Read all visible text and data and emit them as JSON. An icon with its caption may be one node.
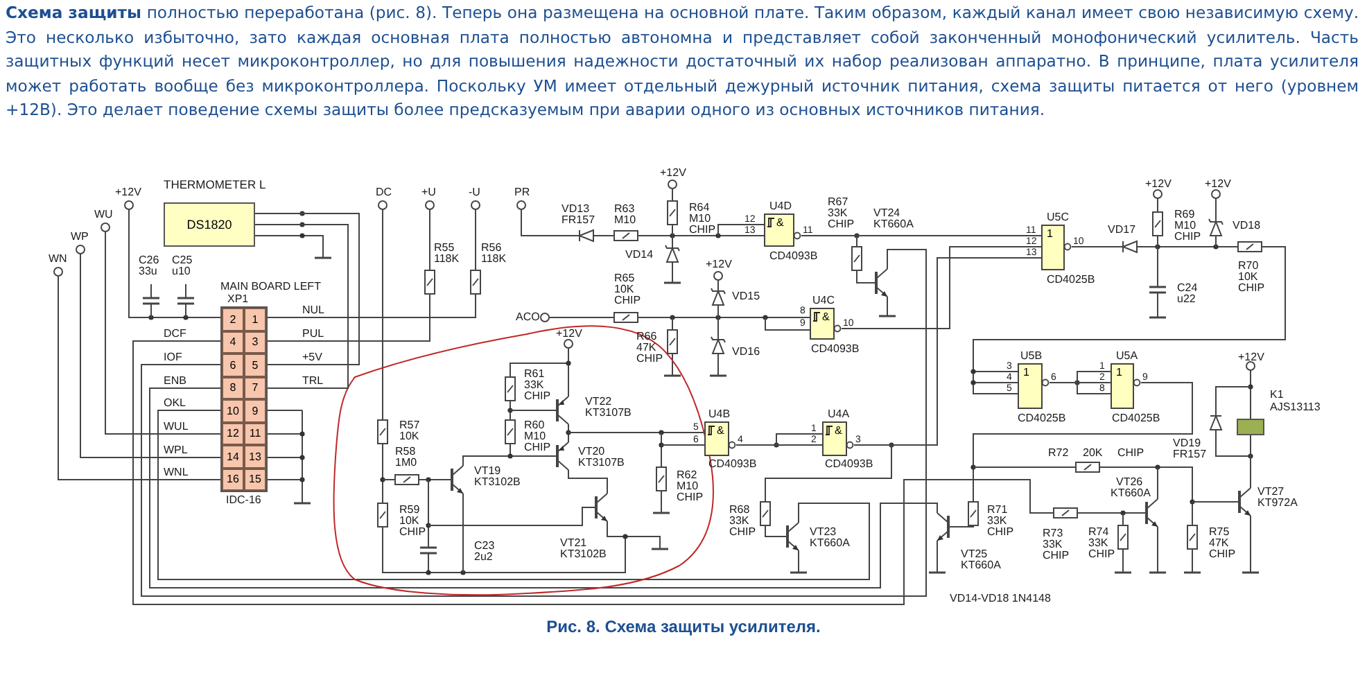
{
  "diagram": {
    "caption": "Рис. 8. Схема защиты усилителя.",
    "nodes": [
      {
        "text": [
          "DS1820"
        ],
        "beside": [
          "THERMOMETER L"
        ]
      },
      {
        "text": [
          "2",
          "1",
          "4",
          "3",
          "6",
          "5",
          "8",
          "7",
          "10",
          "9",
          "12",
          "11",
          "14",
          "13",
          "16",
          "15"
        ],
        "beside": [
          "MAIN BOARD LEFT",
          "XP1",
          "IDC-16"
        ]
      },
      {
        "text": [
          "&"
        ],
        "beside": [
          "U4D",
          "CD4093B"
        ]
      },
      {
        "text": [
          "&"
        ],
        "beside": [
          "U4C",
          "CD4093B"
        ]
      },
      {
        "text": [
          "&"
        ],
        "beside": [
          "U4B",
          "CD4093B"
        ]
      },
      {
        "text": [
          "&"
        ],
        "beside": [
          "U4A",
          "CD4093B"
        ]
      },
      {
        "text": [
          "1"
        ],
        "beside": [
          "U5C",
          "CD4025B"
        ]
      },
      {
        "text": [
          "1"
        ],
        "beside": [
          "U5B",
          "CD4025B"
        ]
      },
      {
        "text": [
          "1"
        ],
        "beside": [
          "U5A",
          "CD4025B"
        ]
      },
      {
        "text": [],
        "shape": "box",
        "beside": [
          "K1",
          "AJS13113"
        ]
      }
    ],
    "edges": [
      {
        "from": 0,
        "to": 1,
        "arrow": "none"
      },
      {
        "from": 0,
        "to": 1,
        "arrow": "none"
      },
      {
        "from": 2,
        "to": 6,
        "arrow": "none"
      },
      {
        "from": 3,
        "to": 6,
        "arrow": "none"
      },
      {
        "from": 4,
        "to": 5,
        "arrow": "none"
      },
      {
        "from": 5,
        "to": 6,
        "arrow": "none"
      },
      {
        "from": 7,
        "to": 8,
        "arrow": "none"
      }
    ],
    "labels": [
      "**Схема защиты** полностью переработана (рис. 8). Теперь она размещена на основной плате. Таким образом, каждый канал имеет свою независимую схему. Это несколько избыточно, зато каждая основная плата полностью автономна и представляет собой законченный монофонический усилитель. Часть защитных функций несет микроконтроллер, но для повышения надежности достаточный их набор реализован аппаратно. В принципе, плата усилителя может работать вообще без микроконтроллера. Поскольку УМ имеет отдельный дежурный источник питания, схема защиты питается от него (уровнем +12В). Это делает поведение схемы защиты более предсказуемым при аварии одного из основных источников питания.",
      "+12V",
      "WU",
      "WP",
      "WN",
      "C26",
      "33u",
      "C25",
      "u10",
      "DC",
      "+U",
      "-U",
      "PR",
      "+12V",
      "VD13",
      "FR157",
      "R63",
      "M10",
      "R64",
      "M10",
      "CHIP",
      "12",
      "13",
      "11",
      "R67",
      "33K",
      "CHIP",
      "VT24",
      "KT660A",
      "+12V",
      "+12V",
      "11",
      "12",
      "13",
      "10",
      "VD17",
      "R69",
      "M10",
      "CHIP",
      "VD18",
      "R55",
      "118K",
      "R56",
      "118K",
      "VD14",
      "R70",
      "10K",
      "CHIP",
      "+12V",
      "R65",
      "10K",
      "CHIP",
      "VD15",
      "C24",
      "u22",
      "NUL",
      "DCF",
      "PUL",
      "ACO",
      "8",
      "9",
      "10",
      "+12V",
      "R66",
      "47K",
      "CHIP",
      "VD16",
      "IOF",
      "+5V",
      "ENB",
      "TRL",
      "+12V",
      "R61",
      "33K",
      "CHIP",
      "3",
      "4",
      "5",
      "6",
      "1",
      "2",
      "8",
      "9",
      "VT22",
      "KT3107B",
      "OKL",
      "5",
      "6",
      "4",
      "1",
      "2",
      "3",
      "R57",
      "10K",
      "R60",
      "M10",
      "CHIP",
      "WUL",
      "VT20",
      "KT3107B",
      "R72",
      "20K",
      "CHIP",
      "VD19",
      "FR157",
      "WPL",
      "R58",
      "1M0",
      "VT19",
      "KT3102B",
      "R62",
      "M10",
      "CHIP",
      "VT26",
      "KT660A",
      "VT27",
      "KT972A",
      "WNL",
      "R59",
      "10K",
      "CHIP",
      "R68",
      "33K",
      "CHIP",
      "VT23",
      "KT660A",
      "R71",
      "33K",
      "CHIP",
      "R73",
      "33K",
      "CHIP",
      "R74",
      "33K",
      "CHIP",
      "R75",
      "47K",
      "CHIP",
      "C23",
      "2u2",
      "VT21",
      "KT3102B",
      "VT25",
      "KT660A",
      "VD14-VD18 1N4148"
    ]
  }
}
